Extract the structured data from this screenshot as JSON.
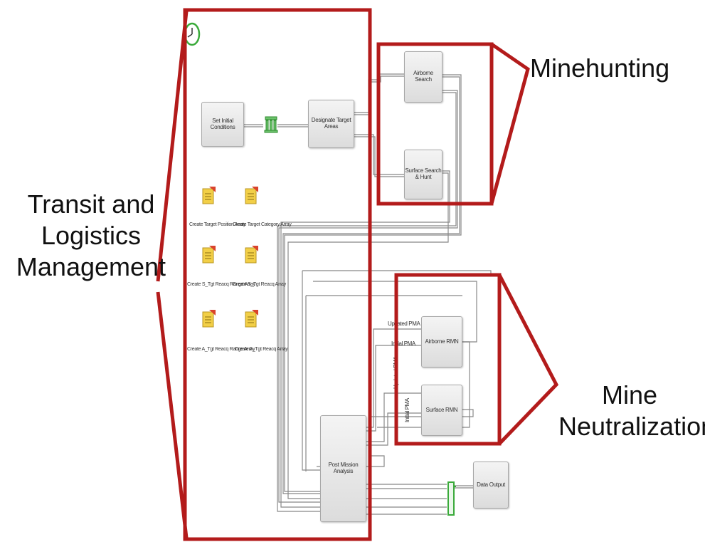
{
  "callouts": {
    "transit": [
      "Transit and",
      "Logistics",
      "Management"
    ],
    "minehunting": "Minehunting",
    "neutralization": [
      "Mine",
      "Neutralization"
    ]
  },
  "blocks": {
    "set_initial_conditions": "Set Initial Conditions",
    "designate_target_areas": "Designate Target Areas",
    "airborne_search": "Airborne Search",
    "surface_search_hunt": "Surface Search & Hunt",
    "airborne_rmn": "Airborne RMN",
    "surface_rmn": "Surface RMN",
    "post_mission_analysis": "Post Mission Analysis",
    "data_output": "Data Output"
  },
  "array_blocks": [
    "Create Target Position Array",
    "Create Target Category Array",
    "Create S_Tgt Reacq Range Array",
    "Create S_Tgt Reacq Array",
    "Create A_Tgt Reacq Range Array",
    "Create A_Tgt Reacq Array"
  ],
  "port_labels": {
    "airborne_updated": "Updated PMA",
    "airborne_initial": "Initial PMA",
    "surface_updated": "Updated PMA",
    "surface_initial": "Initial PMA"
  },
  "colors": {
    "highlight": "#b31b1b",
    "wire": "#777777",
    "block_fill": "#e4e4e4",
    "connector_green": "#3aaa3a",
    "doc_yellow": "#f2cf47",
    "doc_red": "#d9432c"
  },
  "icons": [
    "clock-icon",
    "gate-icon",
    "document-icon",
    "bus-icon"
  ]
}
